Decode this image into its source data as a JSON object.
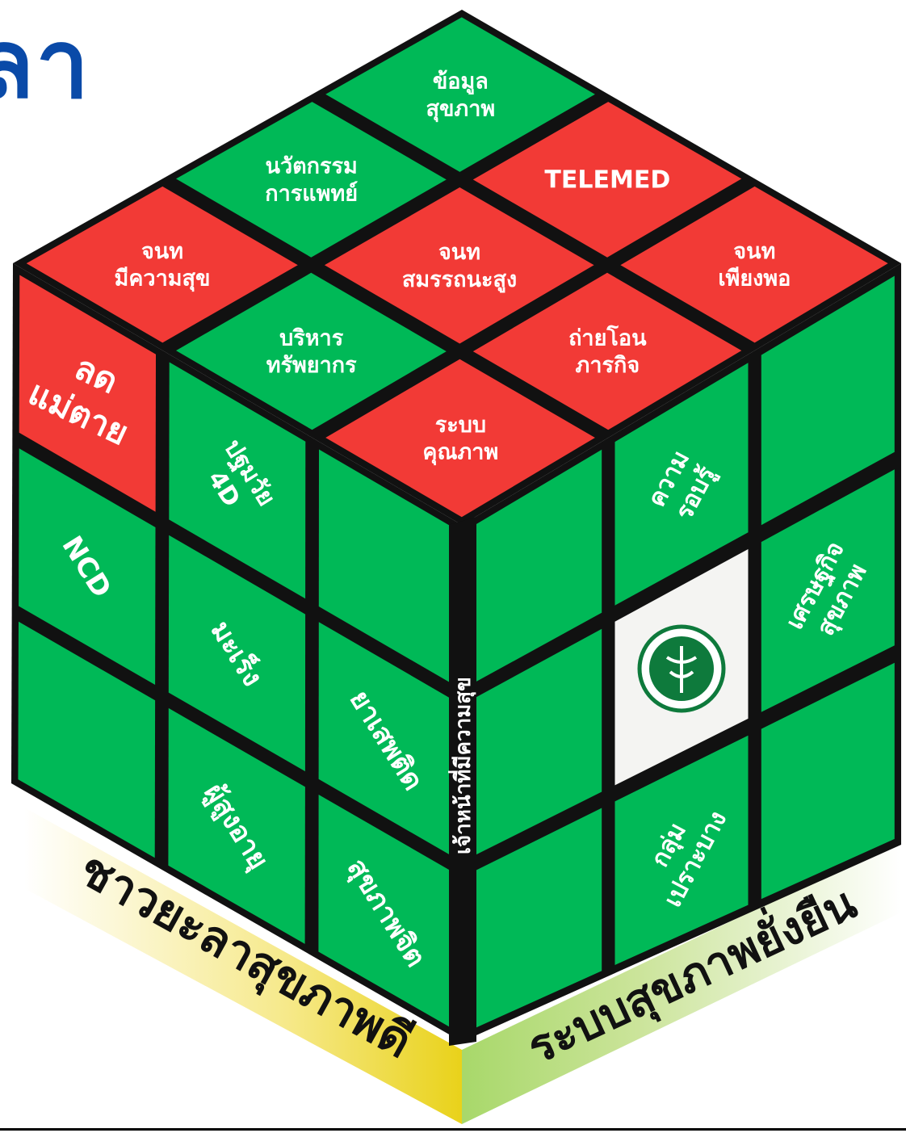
{
  "heading": {
    "text": "ลา",
    "color": "#0a4aa8"
  },
  "colors": {
    "green": "#00b957",
    "red": "#f23a36",
    "border": "#111111",
    "label": "#ffffff",
    "base_text": "#111111",
    "logo_green": "#0e7a3c"
  },
  "cube": {
    "top_faces": [
      {
        "lines": [
          "ข้อมูล",
          "สุขภาพ"
        ],
        "color": "green"
      },
      {
        "lines": [
          "TELEMED"
        ],
        "color": "red"
      },
      {
        "lines": [
          "จนท",
          "เพียงพอ"
        ],
        "color": "red"
      },
      {
        "lines": [
          "นวัตกรรม",
          "การแพทย์"
        ],
        "color": "green"
      },
      {
        "lines": [
          "จนท",
          "สมรรถนะสูง"
        ],
        "color": "red"
      },
      {
        "lines": [
          "ถ่ายโอน",
          "ภารกิจ"
        ],
        "color": "red"
      },
      {
        "lines": [
          "จนท",
          "มีความสุข"
        ],
        "color": "red"
      },
      {
        "lines": [
          "บริหาร",
          "ทรัพยากร"
        ],
        "color": "green"
      },
      {
        "lines": [
          "ระบบ",
          "คุณภาพ"
        ],
        "color": "red"
      }
    ],
    "left_faces": [
      {
        "lines": [
          "ลด",
          "แม่ตาย"
        ],
        "color": "red"
      },
      {
        "lines": [
          "ปฐมวัย",
          "4D"
        ],
        "color": "green"
      },
      {
        "lines": [],
        "color": "green"
      },
      {
        "lines": [
          "NCD"
        ],
        "color": "green"
      },
      {
        "lines": [
          "มะเร็ง"
        ],
        "color": "green"
      },
      {
        "lines": [
          "ยาเสพติด"
        ],
        "color": "green"
      },
      {
        "lines": [],
        "color": "green"
      },
      {
        "lines": [
          "ผู้สูงอายุ"
        ],
        "color": "green"
      },
      {
        "lines": [
          "สุขภาพจิต"
        ],
        "color": "green"
      }
    ],
    "right_faces": [
      {
        "lines": [],
        "color": "green"
      },
      {
        "lines": [
          "ความ",
          "รอบรู้"
        ],
        "color": "green"
      },
      {
        "lines": [],
        "color": "green"
      },
      {
        "lines": [],
        "color": "green"
      },
      {
        "lines": [],
        "color": "logo"
      },
      {
        "lines": [
          "เศรษฐกิจ",
          "สุขภาพ"
        ],
        "color": "green"
      },
      {
        "lines": [],
        "color": "green"
      },
      {
        "lines": [
          "กลุ่ม",
          "เปราะบาง"
        ],
        "color": "green"
      },
      {
        "lines": [],
        "color": "green"
      }
    ],
    "edge_label": "เจ้าหน้าที่มีความสุข",
    "logo_icon": "ministry-of-public-health-emblem-icon"
  },
  "base_labels": {
    "left": "ชาวยะลาสุขภาพดี",
    "right": "ระบบสุขภาพยั่งยืน",
    "left_gradient": [
      "#ffffff",
      "#f6e98a",
      "#e9d21a"
    ],
    "right_gradient": [
      "#a8d86a",
      "#cbe49a",
      "#ffffff"
    ]
  }
}
